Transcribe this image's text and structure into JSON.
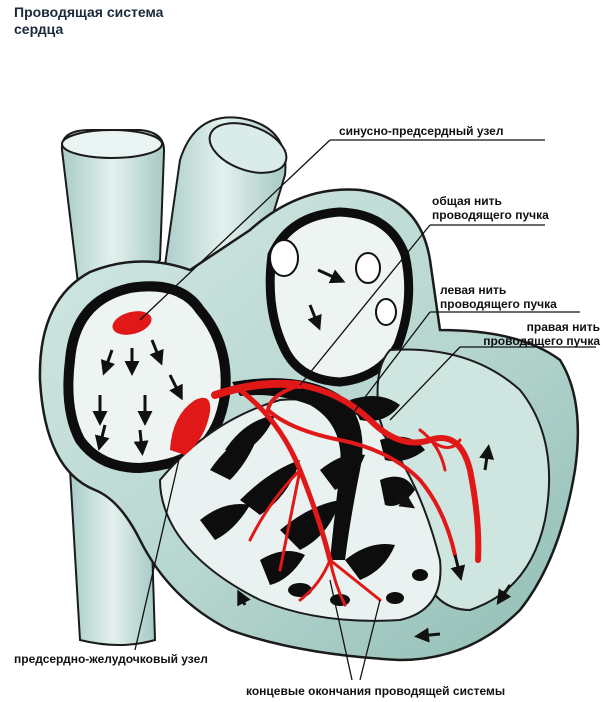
{
  "title": {
    "line1": "Проводящая система",
    "line2": "сердца"
  },
  "labels": {
    "sa_node": "синусно-предсердный узел",
    "common_bundle_1": "общая нить",
    "common_bundle_2": "проводящего пучка",
    "left_bundle_1": "левая нить",
    "left_bundle_2": "проводящего пучка",
    "right_bundle_1": "правая нить",
    "right_bundle_2": "проводящего пучка",
    "av_node": "предсердно-желудочковый узел",
    "terminal_endings": "концевые окончания проводящей системы"
  },
  "colors": {
    "tissue": "#b9d8d2",
    "tissue_dark": "#7fb0a8",
    "vessel": "#cfe6e2",
    "outline": "#1b1b1b",
    "conduction": "#e01818",
    "wall": "#0d0d0d",
    "chamber": "#eef4f2"
  }
}
